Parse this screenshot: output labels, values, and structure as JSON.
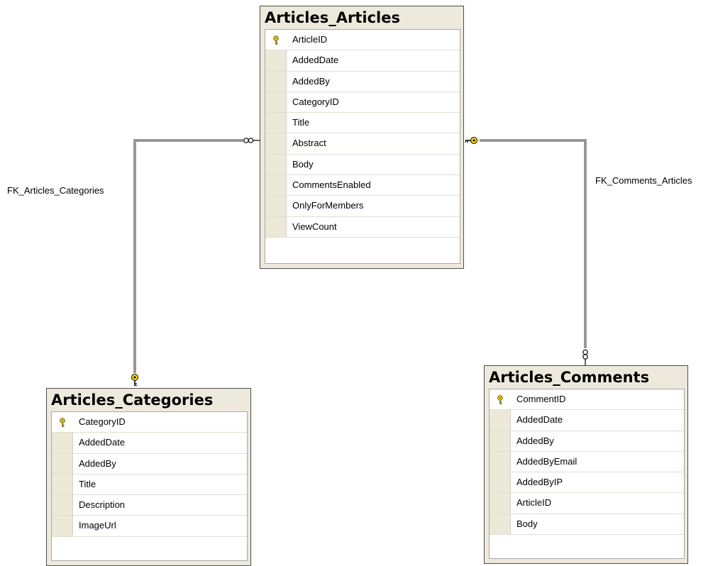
{
  "tables": [
    {
      "id": "articles-articles",
      "title": "Articles_Articles",
      "columns": [
        {
          "name": "ArticleID",
          "primary_key": true
        },
        {
          "name": "AddedDate",
          "primary_key": false
        },
        {
          "name": "AddedBy",
          "primary_key": false
        },
        {
          "name": "CategoryID",
          "primary_key": false
        },
        {
          "name": "Title",
          "primary_key": false
        },
        {
          "name": "Abstract",
          "primary_key": false
        },
        {
          "name": "Body",
          "primary_key": false
        },
        {
          "name": "CommentsEnabled",
          "primary_key": false
        },
        {
          "name": "OnlyForMembers",
          "primary_key": false
        },
        {
          "name": "ViewCount",
          "primary_key": false
        }
      ]
    },
    {
      "id": "articles-categories",
      "title": "Articles_Categories",
      "columns": [
        {
          "name": "CategoryID",
          "primary_key": true
        },
        {
          "name": "AddedDate",
          "primary_key": false
        },
        {
          "name": "AddedBy",
          "primary_key": false
        },
        {
          "name": "Title",
          "primary_key": false
        },
        {
          "name": "Description",
          "primary_key": false
        },
        {
          "name": "ImageUrl",
          "primary_key": false
        }
      ]
    },
    {
      "id": "articles-comments",
      "title": "Articles_Comments",
      "columns": [
        {
          "name": "CommentID",
          "primary_key": true
        },
        {
          "name": "AddedDate",
          "primary_key": false
        },
        {
          "name": "AddedBy",
          "primary_key": false
        },
        {
          "name": "AddedByEmail",
          "primary_key": false
        },
        {
          "name": "AddedByIP",
          "primary_key": false
        },
        {
          "name": "ArticleID",
          "primary_key": false
        },
        {
          "name": "Body",
          "primary_key": false
        }
      ]
    }
  ],
  "relationships": [
    {
      "name": "FK_Articles_Categories",
      "one_side": "Articles_Categories",
      "many_side": "Articles_Articles"
    },
    {
      "name": "FK_Comments_Articles",
      "one_side": "Articles_Articles",
      "many_side": "Articles_Comments"
    }
  ],
  "colors": {
    "table_header": "#ede9dc",
    "row_selector": "#ece9d8",
    "key_icon": "#ffd800",
    "connector": "#3a3a3a"
  },
  "icons": {
    "primary_key": "key-icon",
    "one_end": "key-icon",
    "many_end": "infinity-icon"
  }
}
